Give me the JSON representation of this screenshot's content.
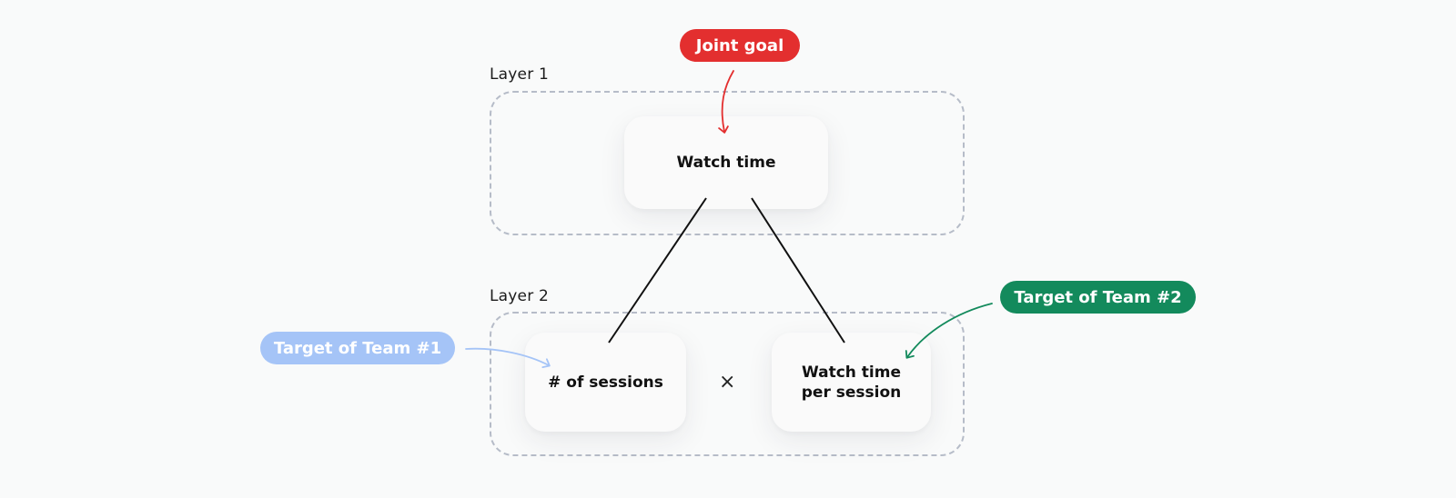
{
  "layers": {
    "layer1_label": "Layer 1",
    "layer2_label": "Layer 2"
  },
  "nodes": {
    "watch_time": "Watch time",
    "sessions": "# of sessions",
    "watch_time_per_session_line1": "Watch time",
    "watch_time_per_session_line2": "per session",
    "operator": "×"
  },
  "callouts": {
    "joint_goal": "Joint goal",
    "team1": "Target of Team #1",
    "team2": "Target of Team #2"
  },
  "colors": {
    "joint_goal": "#e32f2f",
    "team1": "#a5c4f7",
    "team2": "#138a5c",
    "connector": "#111111",
    "dashed_border": "#b6bcc8"
  }
}
